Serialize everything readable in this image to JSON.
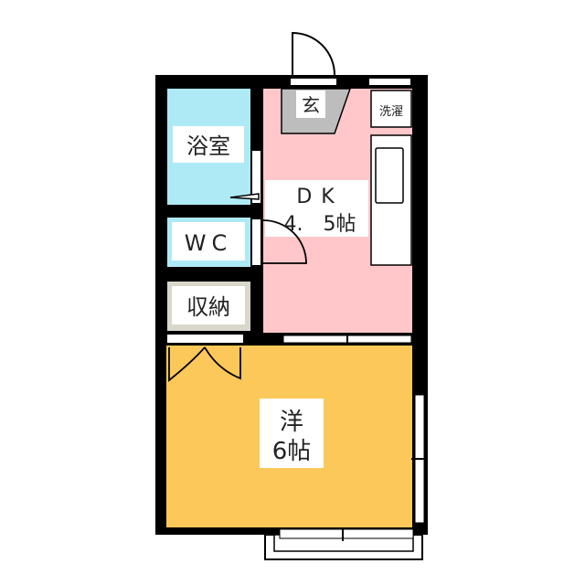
{
  "floorplan": {
    "rooms": {
      "bath": {
        "label": "浴室",
        "color": "#aeeaf5"
      },
      "wc": {
        "label": "WC",
        "color": "#aeeaf5"
      },
      "storage": {
        "label": "収納",
        "color": "#d9d6cb"
      },
      "entrance": {
        "label": "玄",
        "color": "#bdbdbd"
      },
      "laundry": {
        "label": "洗濯"
      },
      "dk": {
        "label": "DK",
        "size": "4.　5帖",
        "color": "#ffc7c9"
      },
      "western": {
        "label": "洋",
        "size": "6帖",
        "color": "#fdc85a"
      }
    },
    "wall_color": "#000000"
  }
}
